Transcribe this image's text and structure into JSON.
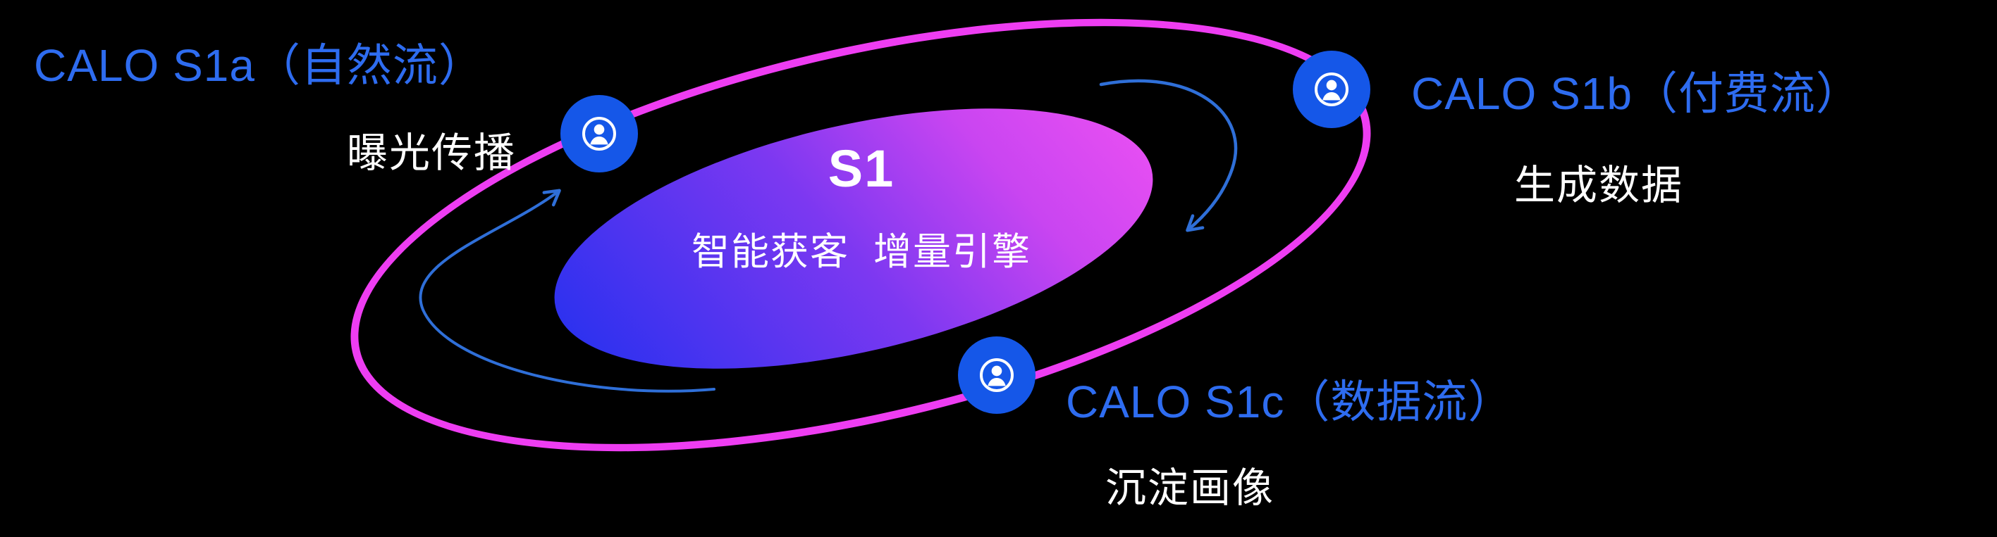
{
  "diagram": {
    "core": {
      "title": "S1",
      "subtitle": "智能获客  增量引擎"
    },
    "nodes": [
      {
        "id": "s1a",
        "label": "CALO S1a（自然流）",
        "sublabel": "曝光传播",
        "icon": "user-badge-icon"
      },
      {
        "id": "s1b",
        "label": "CALO S1b（付费流）",
        "sublabel": "生成数据",
        "icon": "user-badge-icon"
      },
      {
        "id": "s1c",
        "label": "CALO S1c（数据流）",
        "sublabel": "沉淀画像",
        "icon": "user-badge-icon"
      }
    ],
    "colors": {
      "background": "#000000",
      "orbit_ring": "#ee3df2",
      "core_gradient_start": "#2b31ef",
      "core_gradient_end": "#e84ff3",
      "node_circle": "#1557e8",
      "label_blue": "#2e6cf0",
      "text_white": "#ffffff",
      "arrow_blue": "#2f6fd8"
    }
  }
}
